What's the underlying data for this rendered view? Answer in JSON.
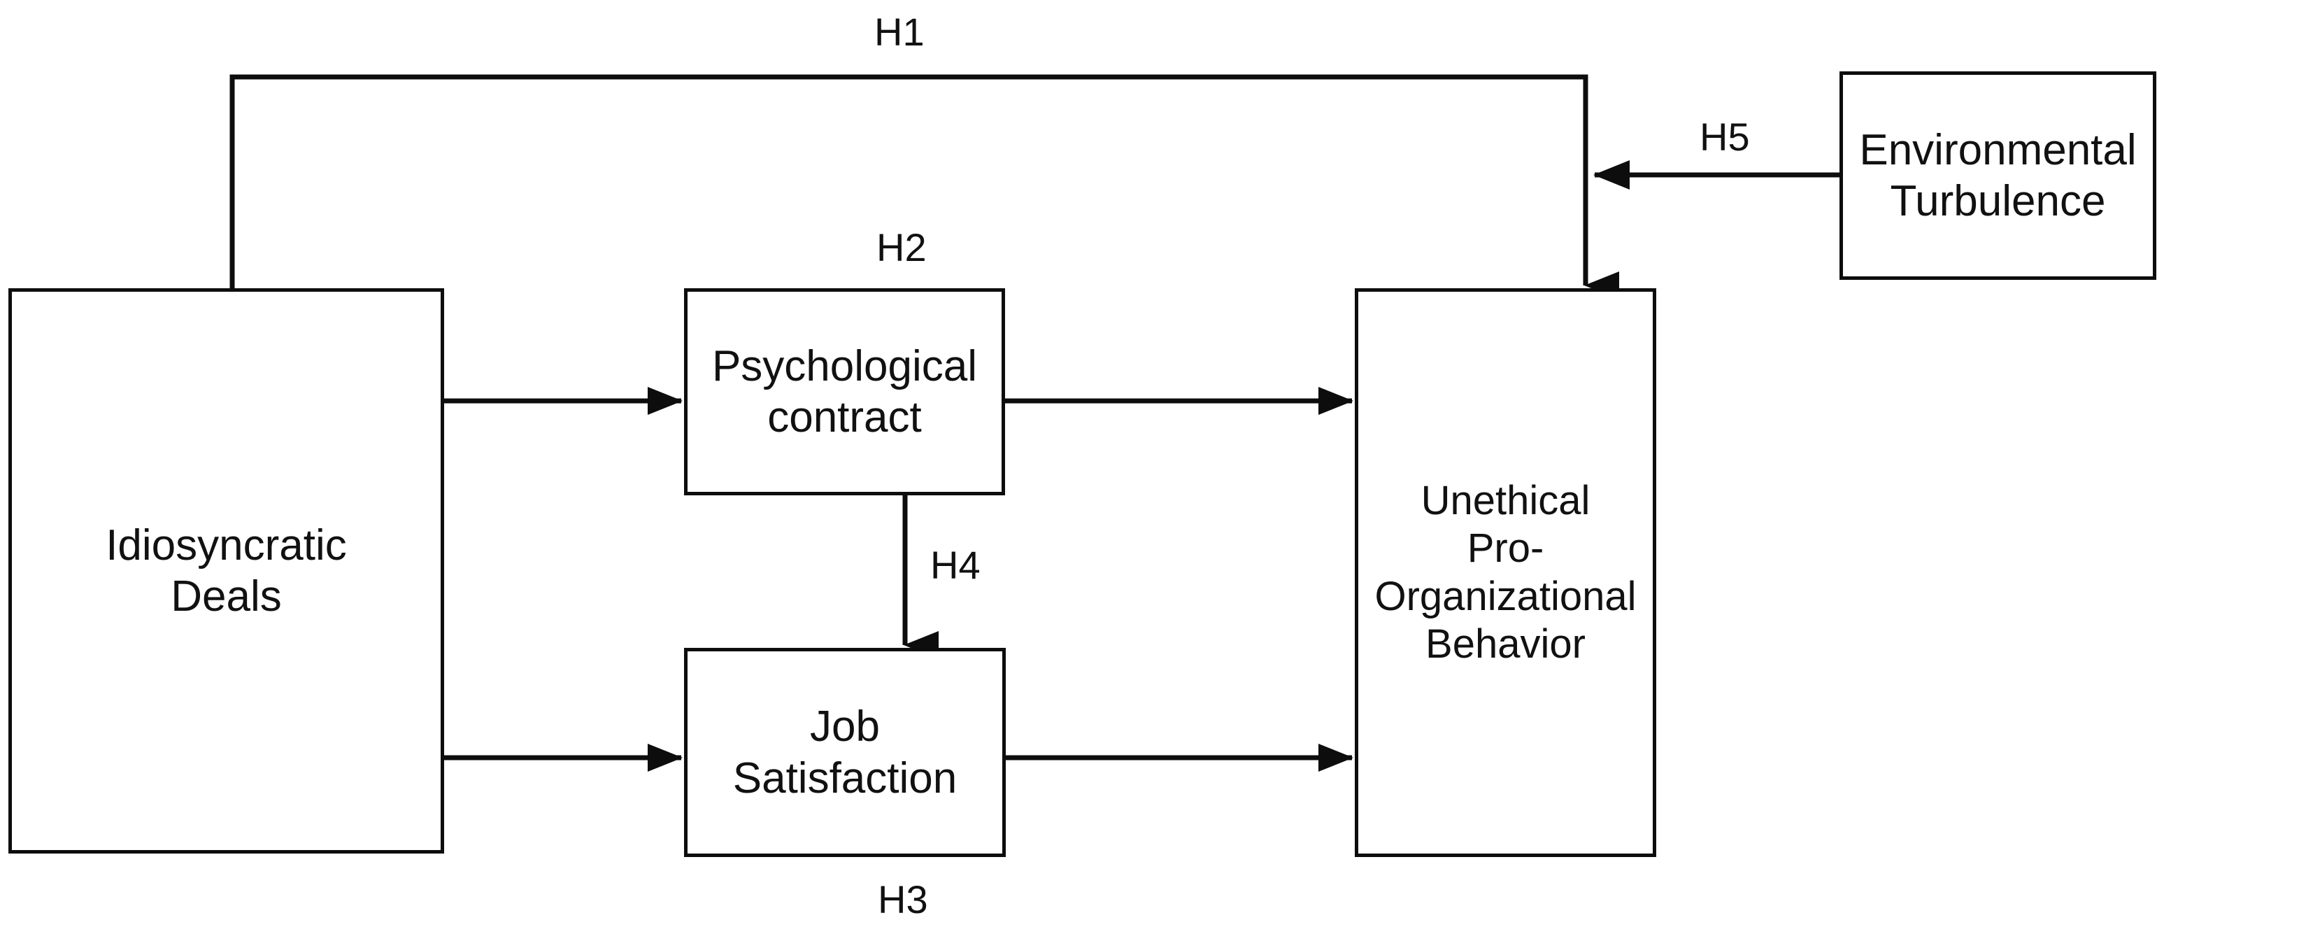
{
  "diagram": {
    "type": "conceptual-research-model",
    "background_color": "#ffffff",
    "line_color": "#0d0d0d",
    "text_color": "#111111",
    "nodes": [
      {
        "id": "idiosyncratic-deals",
        "label": "Idiosyncratic\nDeals",
        "role": "independent-variable"
      },
      {
        "id": "psychological-contract",
        "label": "Psychological\ncontract",
        "role": "mediator"
      },
      {
        "id": "job-satisfaction",
        "label": "Job Satisfaction",
        "role": "mediator"
      },
      {
        "id": "unethical-pro-organizational-behavior",
        "label": "Unethical\nPro-Organizational\nBehavior",
        "role": "dependent-variable"
      },
      {
        "id": "environmental-turbulence",
        "label": "Environmental\nTurbulence",
        "role": "moderator"
      }
    ],
    "hypotheses": [
      {
        "id": "H1",
        "label": "H1",
        "from": "idiosyncratic-deals",
        "to": "unethical-pro-organizational-behavior",
        "path": "top-routed"
      },
      {
        "id": "H2",
        "label": "H2",
        "from": "idiosyncratic-deals",
        "to": "psychological-contract",
        "path": "horizontal"
      },
      {
        "id": "H3",
        "label": "H3",
        "from": "idiosyncratic-deals",
        "to": "job-satisfaction",
        "path": "horizontal"
      },
      {
        "id": "H4",
        "label": "H4",
        "from": "psychological-contract",
        "to": "job-satisfaction",
        "path": "vertical"
      },
      {
        "id": "H5",
        "label": "H5",
        "from": "environmental-turbulence",
        "to": "unethical-pro-organizational-behavior",
        "path": "moderating-horizontal"
      }
    ],
    "unlabeled_edges": [
      {
        "from": "psychological-contract",
        "to": "unethical-pro-organizational-behavior"
      },
      {
        "from": "job-satisfaction",
        "to": "unethical-pro-organizational-behavior"
      }
    ]
  }
}
